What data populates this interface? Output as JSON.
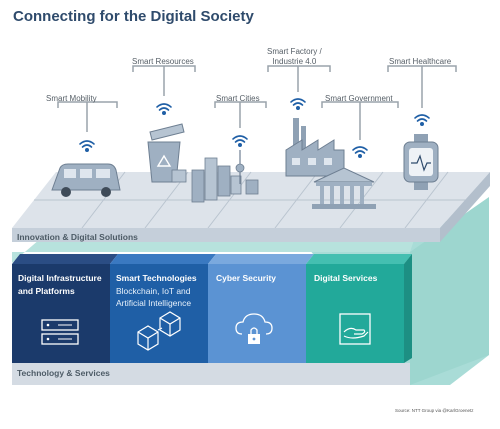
{
  "title": "Connecting for the Digital Society",
  "smart_categories": [
    {
      "label": "Smart Mobility",
      "icon": "car-icon"
    },
    {
      "label": "Smart Resources",
      "icon": "recycle-bin-icon"
    },
    {
      "label": "Smart Cities",
      "icon": "city-buildings-icon"
    },
    {
      "label": "Smart Factory /",
      "label2": "Industrie 4.0",
      "icon": "factory-icon"
    },
    {
      "label": "Smart Government",
      "icon": "government-building-icon"
    },
    {
      "label": "Smart Healthcare",
      "icon": "smartwatch-icon"
    }
  ],
  "layers": {
    "top": "Innovation & Digital Solutions",
    "bottom": "Technology & Services"
  },
  "boxes": [
    {
      "title": "Digital Infrastructure",
      "title2": "and Platforms",
      "subtitle": "",
      "icon": "server-rack-icon",
      "color": "#1b3a6b"
    },
    {
      "title": "Smart Technologies",
      "title2": "",
      "subtitle": "Blockchain, IoT and",
      "subtitle2": "Artificial Intelligence",
      "icon": "cubes-icon",
      "color": "#1f5fa6"
    },
    {
      "title": "Cyber Security",
      "title2": "",
      "subtitle": "",
      "icon": "cloud-lock-icon",
      "color": "#5b93d3"
    },
    {
      "title": "Digital Services",
      "title2": "",
      "subtitle": "",
      "icon": "hand-service-icon",
      "color": "#22a99a"
    }
  ],
  "source": "Source: NTT Group via @KarlGroenetz",
  "colors": {
    "title": "#2f4b6c",
    "platform_top": "#dde3ea",
    "platform_side": "#c6d0db",
    "wifi": "#1f5fa6",
    "icon_fill": "#9fb0c2",
    "wall": "#a8ddd8"
  }
}
